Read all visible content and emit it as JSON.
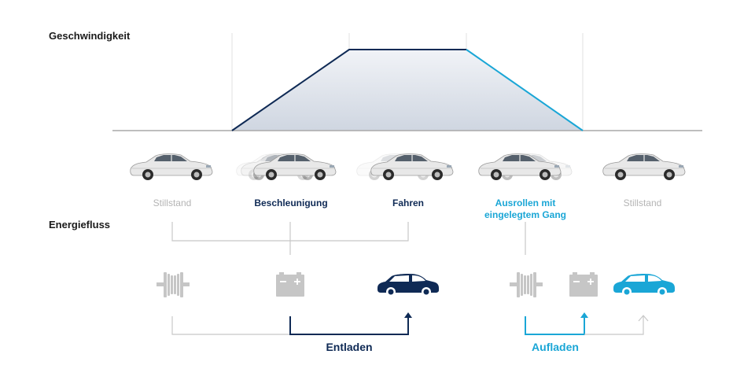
{
  "headings": {
    "speed": "Geschwindigkeit",
    "energy": "Energiefluss"
  },
  "phases": [
    {
      "label": "Stillstand",
      "state": "inactive"
    },
    {
      "label": "Beschleunigung",
      "state": "discharge"
    },
    {
      "label": "Fahren",
      "state": "discharge"
    },
    {
      "label": "Ausrollen mit eingelegtem Gang",
      "state": "charge"
    },
    {
      "label": "Stillstand",
      "state": "inactive"
    }
  ],
  "phase_lines": {
    "ausrollen_line1": "Ausrollen mit",
    "ausrollen_line2": "eingelegtem Gang"
  },
  "flows": {
    "discharge": "Entladen",
    "charge": "Aufladen"
  },
  "icons": {
    "left_group": [
      "motor-generator-icon",
      "battery-icon",
      "car-icon"
    ],
    "right_group": [
      "motor-generator-icon",
      "battery-icon",
      "car-icon"
    ]
  },
  "colors": {
    "navy": "#0f2a55",
    "cyan": "#1aa6d6",
    "gray": "#c4c4c4",
    "area_fill": "#d8dde6",
    "car_body": "#e6e6e6"
  }
}
